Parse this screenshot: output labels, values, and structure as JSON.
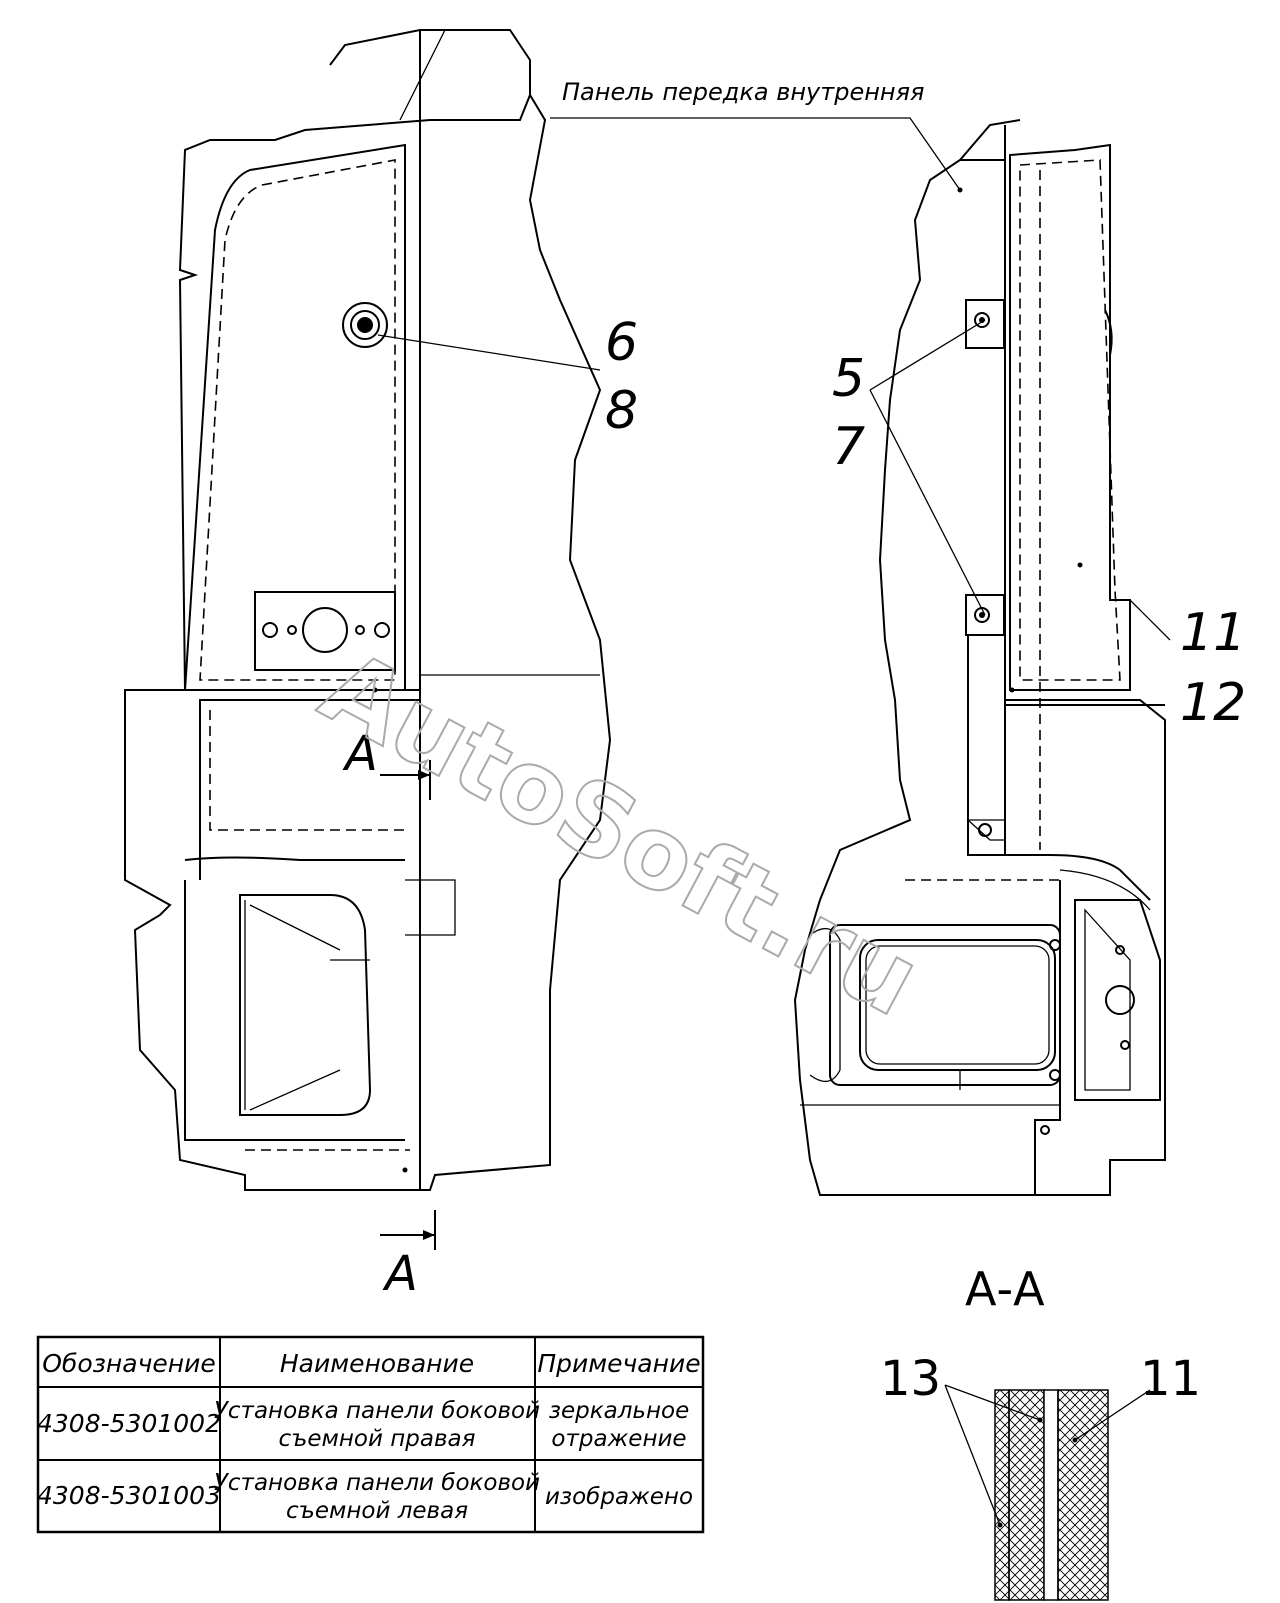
{
  "drawing": {
    "panel_note": "Панель передка внутренняя",
    "callouts": [
      "6",
      "8",
      "5",
      "7",
      "11",
      "12"
    ],
    "section_mark_letter": "A",
    "section_title": "А-А",
    "section_callouts": [
      "13",
      "11"
    ],
    "watermark": "AutoSoft.ru"
  },
  "table": {
    "headers": [
      "Обозначение",
      "Наименование",
      "Примечание"
    ],
    "rows": [
      {
        "code": "4308-5301002",
        "name_line1": "Установка панели боковой",
        "name_line2": "съемной правая",
        "note_line1": "зеркальное",
        "note_line2": "отражение"
      },
      {
        "code": "4308-5301003",
        "name_line1": "Установка панели боковой",
        "name_line2": "съемной левая",
        "note_line1": "изображено",
        "note_line2": ""
      }
    ]
  }
}
